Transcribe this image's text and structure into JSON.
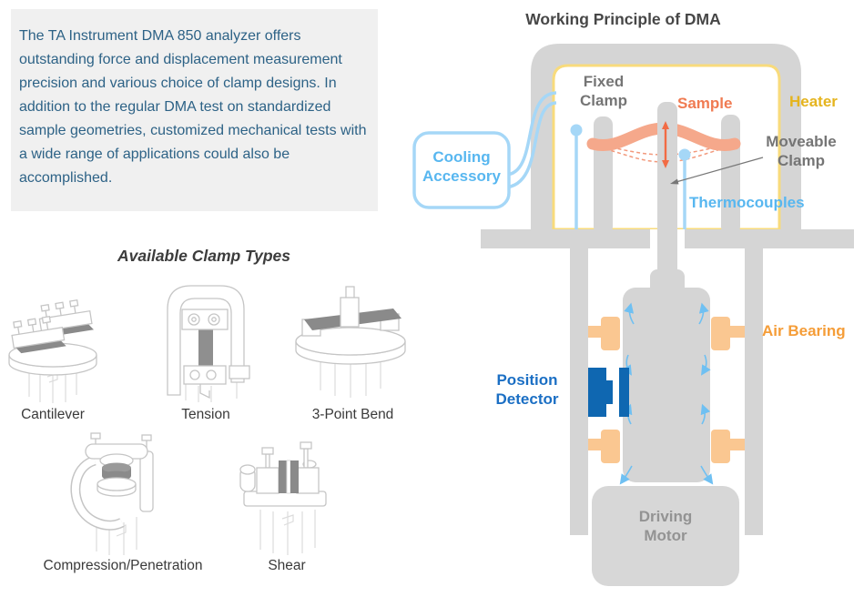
{
  "intro": {
    "text": "The TA Instrument DMA 850 analyzer offers outstanding force and displacement measurement precision and various choice of clamp designs. In addition to the regular DMA test on standardized sample geometries, customized mechanical tests with a wide range of applications could also be accomplished."
  },
  "clamp_section": {
    "title": "Available Clamp Types",
    "items": [
      {
        "label": "Cantilever"
      },
      {
        "label": "Tension"
      },
      {
        "label": "3-Point Bend"
      },
      {
        "label": "Compression/Penetration"
      },
      {
        "label": "Shear"
      }
    ]
  },
  "diagram": {
    "title": "Working Principle of DMA",
    "labels": {
      "fixed_clamp": "Fixed Clamp",
      "sample": "Sample",
      "heater": "Heater",
      "moveable_clamp": "Moveable Clamp",
      "cooling_accessory": "Cooling Accessory",
      "thermocouples": "Thermocouples",
      "air_bearing": "Air Bearing",
      "position_detector": "Position Detector",
      "driving_motor": "Driving Motor"
    },
    "colors": {
      "structure_gray": "#d5d5d5",
      "heater_yellow": "#f8db7c",
      "heater_label": "#e5b41e",
      "sample_orange": "#f5a88b",
      "sample_label": "#f07b52",
      "air_bearing_fill": "#fac791",
      "air_bearing_label": "#f59d38",
      "position_detector_blue": "#0f67b1",
      "position_detector_label": "#1b6fc4",
      "thermo_blue": "#a5d7f7",
      "thermo_label": "#58b7f0",
      "gray_label": "#757575",
      "intro_text": "#2d6286",
      "intro_bg": "#f0f0f0"
    }
  }
}
